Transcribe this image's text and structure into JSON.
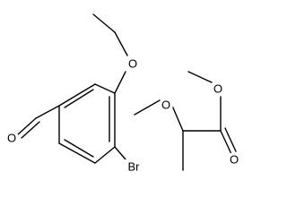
{
  "structure": {
    "atoms": {
      "ether_oxygen": "O",
      "phenoxy_oxygen": "O",
      "ester_oxygen": "O",
      "carbonyl_oxygen": "O",
      "aldehyde_oxygen": "O",
      "bromine": "Br"
    }
  }
}
